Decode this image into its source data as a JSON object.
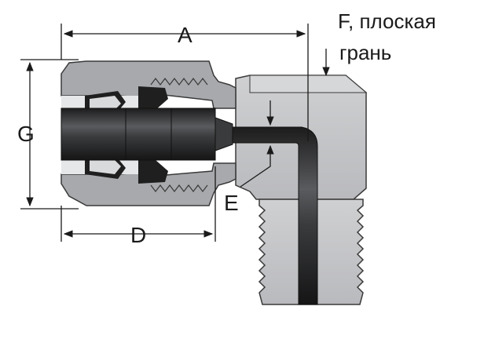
{
  "labels": {
    "a": "A",
    "d": "D",
    "e": "E",
    "g": "G",
    "f_line1": "F, плоская",
    "f_line2": "грань"
  },
  "colors": {
    "body_fill": "#c9cacc",
    "section_fill": "#a7a9ac",
    "tube": "#2d2e30",
    "outline": "#3a3a3a",
    "dim_line": "#1a1a1a"
  }
}
